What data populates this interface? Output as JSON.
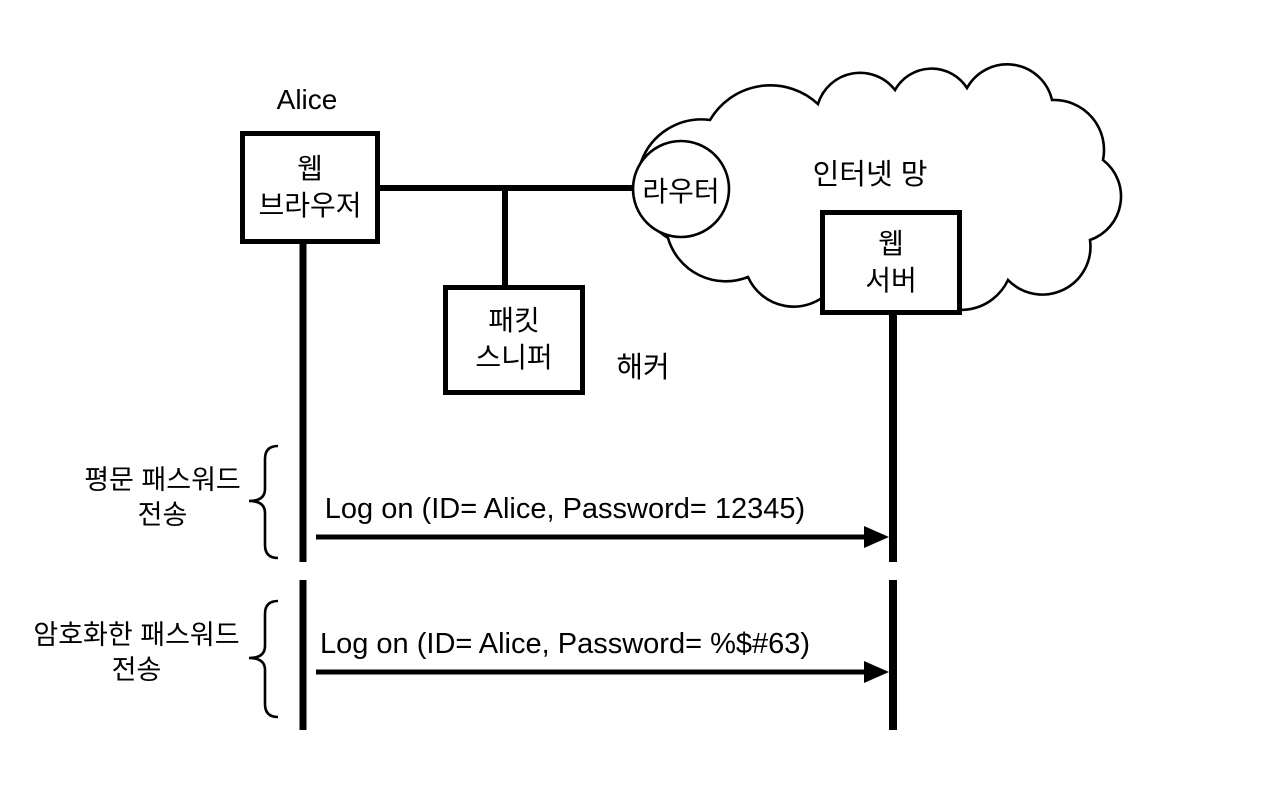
{
  "title_label": "Alice",
  "nodes": {
    "web_browser": {
      "line1": "웹",
      "line2": "브라우저"
    },
    "packet_sniffer": {
      "line1": "패킷",
      "line2": "스니퍼"
    },
    "web_server": {
      "line1": "웹",
      "line2": "서버"
    },
    "router": "라우터",
    "internet": "인터넷 망",
    "hacker": "해커"
  },
  "messages": [
    {
      "label_line1": "평문 패스워드",
      "label_line2": "전송",
      "text": "Log on (ID= Alice, Password= 12345)"
    },
    {
      "label_line1": "암호화한 패스워드",
      "label_line2": "전송",
      "text": "Log on (ID= Alice, Password= %$#63)"
    }
  ],
  "colors": {
    "ink": "#000000",
    "background": "#ffffff"
  }
}
